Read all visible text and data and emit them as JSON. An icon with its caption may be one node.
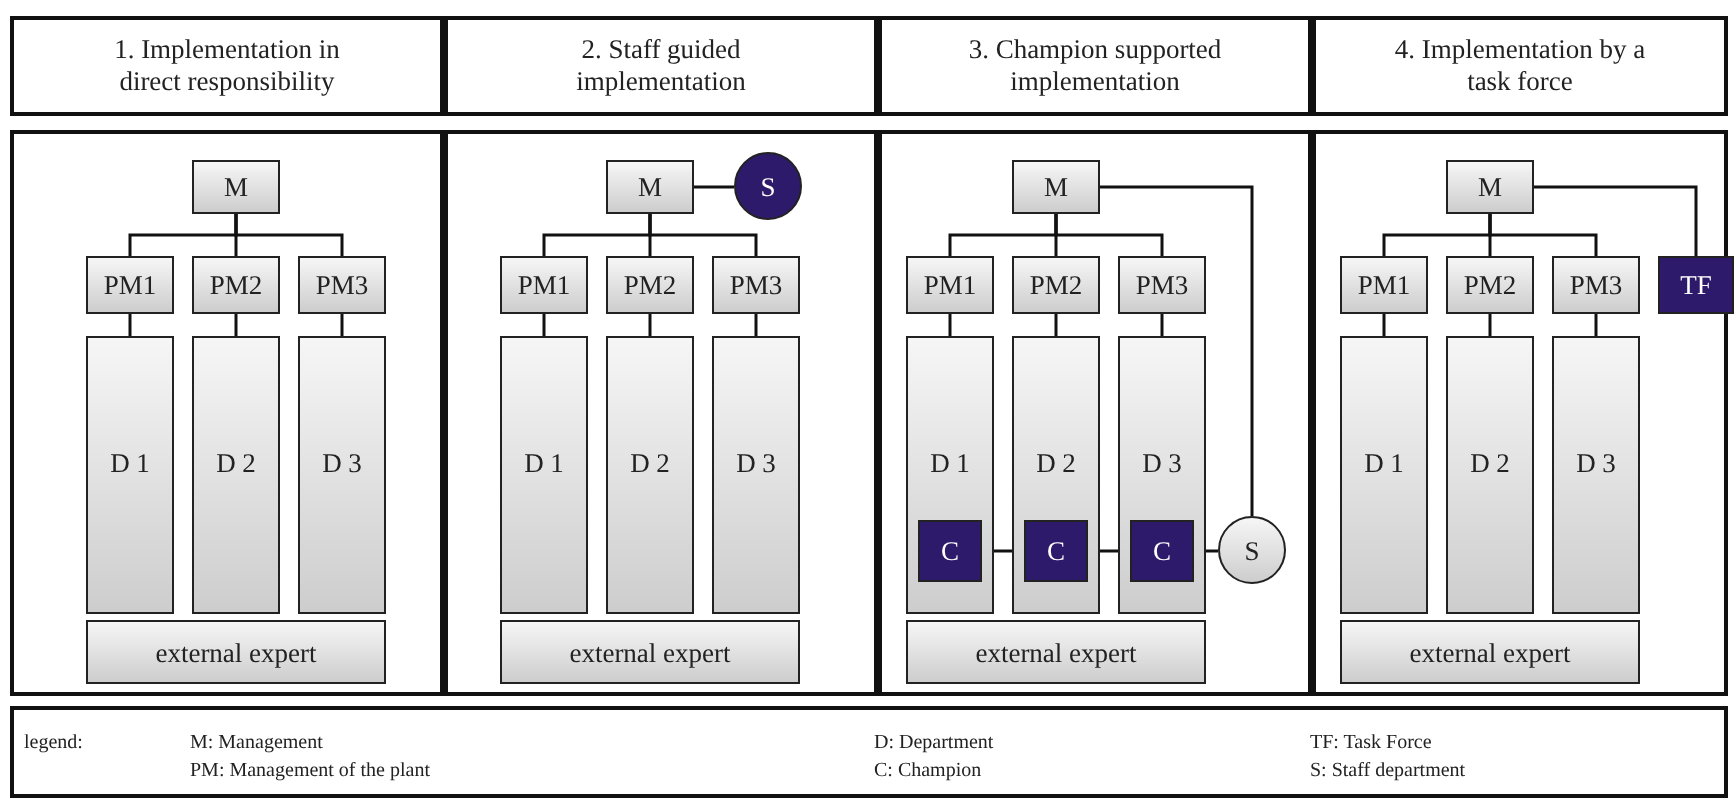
{
  "diagram": {
    "nodes": [
      {
        "text": [
          "1. Implementation in direct responsibility"
        ]
      },
      {
        "text": [
          "M"
        ],
        "in": 0
      },
      {
        "text": [
          "PM1"
        ],
        "in": 0
      },
      {
        "text": [
          "PM2"
        ],
        "in": 0
      },
      {
        "text": [
          "PM3"
        ],
        "in": 0
      },
      {
        "text": [
          "D 1"
        ],
        "in": 0
      },
      {
        "text": [
          "D 2"
        ],
        "in": 0
      },
      {
        "text": [
          "D 3"
        ],
        "in": 0
      },
      {
        "text": [
          "external expert"
        ],
        "in": 0
      },
      {
        "text": [
          "2. Staff guided implementation"
        ]
      },
      {
        "text": [
          "M"
        ],
        "in": 9
      },
      {
        "text": [
          "S"
        ],
        "in": 9
      },
      {
        "text": [
          "PM1"
        ],
        "in": 9
      },
      {
        "text": [
          "PM2"
        ],
        "in": 9
      },
      {
        "text": [
          "PM3"
        ],
        "in": 9
      },
      {
        "text": [
          "D 1"
        ],
        "in": 9
      },
      {
        "text": [
          "D 2"
        ],
        "in": 9
      },
      {
        "text": [
          "D 3"
        ],
        "in": 9
      },
      {
        "text": [
          "external expert"
        ],
        "in": 9
      },
      {
        "text": [
          "3. Champion supported implementation"
        ]
      },
      {
        "text": [
          "M"
        ],
        "in": 19
      },
      {
        "text": [
          "PM1"
        ],
        "in": 19
      },
      {
        "text": [
          "PM2"
        ],
        "in": 19
      },
      {
        "text": [
          "PM3"
        ],
        "in": 19
      },
      {
        "text": [
          "D 1"
        ],
        "in": 19
      },
      {
        "text": [
          "C"
        ],
        "in": 24
      },
      {
        "text": [
          "D 2"
        ],
        "in": 19
      },
      {
        "text": [
          "C"
        ],
        "in": 26
      },
      {
        "text": [
          "D 3"
        ],
        "in": 19
      },
      {
        "text": [
          "C"
        ],
        "in": 28
      },
      {
        "text": [
          "S"
        ],
        "in": 19
      },
      {
        "text": [
          "external expert"
        ],
        "in": 19
      },
      {
        "text": [
          "4. Implementation by a task force"
        ]
      },
      {
        "text": [
          "M"
        ],
        "in": 32
      },
      {
        "text": [
          "PM1"
        ],
        "in": 32
      },
      {
        "text": [
          "PM2"
        ],
        "in": 32
      },
      {
        "text": [
          "PM3"
        ],
        "in": 32
      },
      {
        "text": [
          "TF"
        ],
        "in": 32
      },
      {
        "text": [
          "D 1"
        ],
        "in": 32
      },
      {
        "text": [
          "D 2"
        ],
        "in": 32
      },
      {
        "text": [
          "D 3"
        ],
        "in": 32
      },
      {
        "text": [
          "external expert"
        ],
        "in": 32
      }
    ],
    "edges": [
      {
        "from": 1,
        "to": 2,
        "arrow": "none"
      },
      {
        "from": 1,
        "to": 3,
        "arrow": "none"
      },
      {
        "from": 1,
        "to": 4,
        "arrow": "none"
      },
      {
        "from": 2,
        "to": 5,
        "arrow": "none"
      },
      {
        "from": 3,
        "to": 6,
        "arrow": "none"
      },
      {
        "from": 4,
        "to": 7,
        "arrow": "none"
      },
      {
        "from": 10,
        "to": 11,
        "arrow": "none"
      },
      {
        "from": 10,
        "to": 12,
        "arrow": "none"
      },
      {
        "from": 10,
        "to": 13,
        "arrow": "none"
      },
      {
        "from": 10,
        "to": 14,
        "arrow": "none"
      },
      {
        "from": 12,
        "to": 15,
        "arrow": "none"
      },
      {
        "from": 13,
        "to": 16,
        "arrow": "none"
      },
      {
        "from": 14,
        "to": 17,
        "arrow": "none"
      },
      {
        "from": 20,
        "to": 21,
        "arrow": "none"
      },
      {
        "from": 20,
        "to": 22,
        "arrow": "none"
      },
      {
        "from": 20,
        "to": 23,
        "arrow": "none"
      },
      {
        "from": 20,
        "to": 30,
        "arrow": "none"
      },
      {
        "from": 21,
        "to": 24,
        "arrow": "none"
      },
      {
        "from": 22,
        "to": 26,
        "arrow": "none"
      },
      {
        "from": 23,
        "to": 28,
        "arrow": "none"
      },
      {
        "from": 25,
        "to": 27,
        "arrow": "none"
      },
      {
        "from": 27,
        "to": 29,
        "arrow": "none"
      },
      {
        "from": 29,
        "to": 30,
        "arrow": "none"
      },
      {
        "from": 33,
        "to": 34,
        "arrow": "none"
      },
      {
        "from": 33,
        "to": 35,
        "arrow": "none"
      },
      {
        "from": 33,
        "to": 36,
        "arrow": "none"
      },
      {
        "from": 33,
        "to": 37,
        "arrow": "none"
      },
      {
        "from": 34,
        "to": 38,
        "arrow": "none"
      },
      {
        "from": 35,
        "to": 39,
        "arrow": "none"
      },
      {
        "from": 36,
        "to": 40,
        "arrow": "none"
      }
    ],
    "labels": [
      "legend:",
      "M: Management",
      "D: Department",
      "TF: Task Force",
      "PM: Management of the plant",
      "C: Champion",
      "S: Staff department"
    ]
  }
}
